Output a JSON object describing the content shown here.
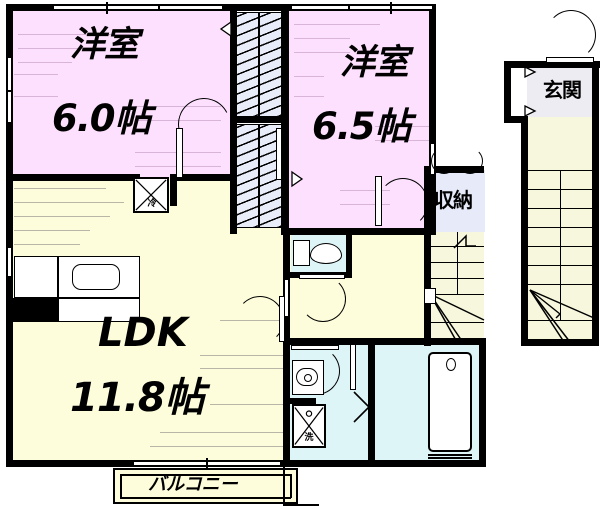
{
  "document": {
    "type": "japanese-apartment-floor-plan",
    "title": "間取り図"
  },
  "rooms": [
    {
      "id": "washitsu_left",
      "name": "洋室",
      "area": "6.0帖",
      "color": "#fde0fd"
    },
    {
      "id": "washitsu_right",
      "name": "洋室",
      "area": "6.5帖",
      "color": "#fde0fd"
    },
    {
      "id": "ldk",
      "name": "LDK",
      "area": "11.8帖",
      "color": "#fdfddc"
    },
    {
      "id": "closet",
      "name": "収納",
      "area": "",
      "color": "#e7eaf8"
    },
    {
      "id": "genkan",
      "name": "玄関",
      "area": "",
      "color": "#ececf2"
    },
    {
      "id": "balcony",
      "name": "バルコニー",
      "area": "",
      "color": "#fdfddc"
    }
  ],
  "labels": {
    "bedroom_left_name": "洋室",
    "bedroom_left_area": "6.0帖",
    "bedroom_right_name": "洋室",
    "bedroom_right_area": "6.5帖",
    "ldk_name": "LDK",
    "ldk_area": "11.8帖",
    "closet": "収納",
    "genkan": "玄関",
    "balcony": "バルコニー"
  },
  "fixtures": [
    {
      "id": "refrigerator",
      "symbol": "冷",
      "label": "冷蔵庫置場"
    },
    {
      "id": "washer",
      "symbol": "洗",
      "label": "洗濯機置場"
    },
    {
      "id": "toilet",
      "symbol": "",
      "label": "トイレ"
    },
    {
      "id": "bathtub",
      "symbol": "",
      "label": "浴室"
    },
    {
      "id": "vanity",
      "symbol": "",
      "label": "洗面台"
    },
    {
      "id": "kitchen_sink",
      "symbol": "",
      "label": "キッチン"
    },
    {
      "id": "stairs_inner",
      "symbol": "",
      "label": "階段"
    },
    {
      "id": "stairs_outer",
      "symbol": "",
      "label": "外階段"
    }
  ],
  "colors": {
    "bedroom": "#fde0fd",
    "ldk": "#fdfddc",
    "wet_area": "#ddf5f7",
    "closet": "#e7eaf8",
    "genkan": "#ececf2",
    "stairs": "#f7f7dd",
    "wall": "#000000",
    "background": "#ffffff"
  }
}
